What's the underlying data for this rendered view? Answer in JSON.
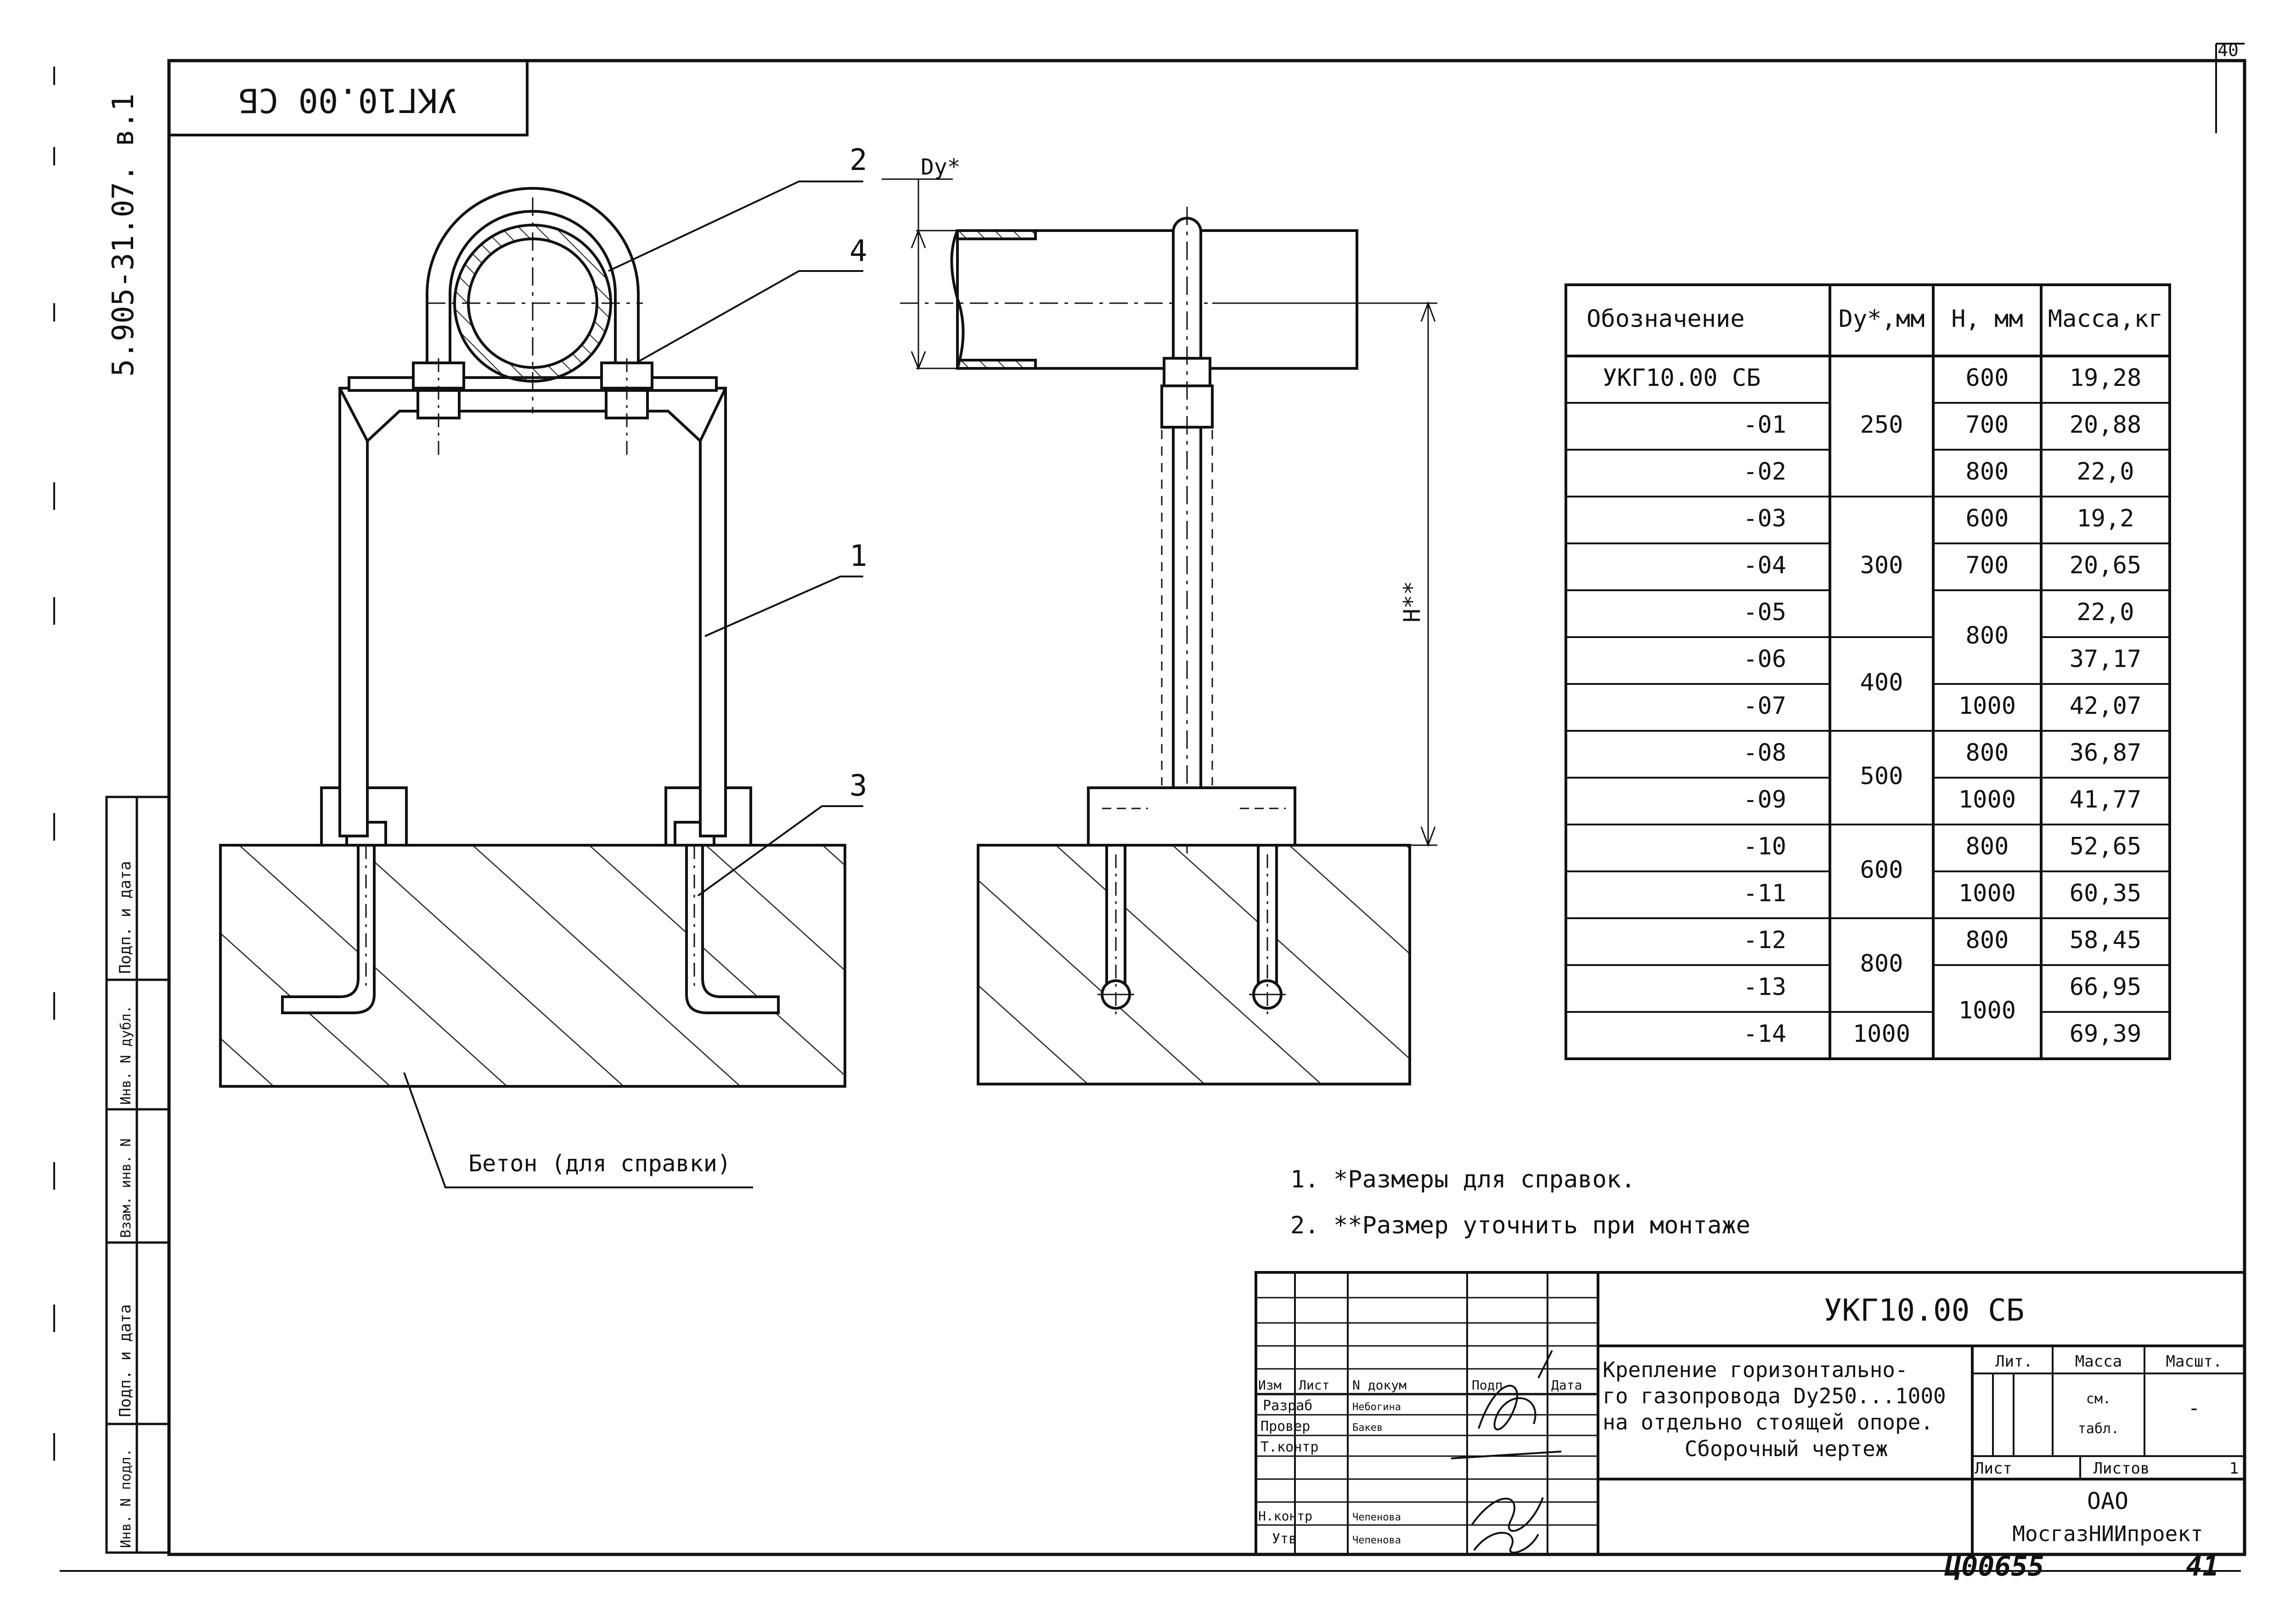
{
  "page_number": "40",
  "series_code": "5.905-31.07. в.1",
  "stamp_code": "УКГ10.00 СБ",
  "callouts": [
    "1",
    "2",
    "3",
    "4"
  ],
  "dimensions": {
    "dy": "Dу*",
    "h": "H**"
  },
  "concrete_label": "Бетон (для справки)",
  "notes": [
    "1. *Размеры для справок.",
    "2. **Размер уточнить при монтаже"
  ],
  "spec_table": {
    "headers": [
      "Обозначение",
      "Dу*,мм",
      "H, мм",
      "Масса,кг"
    ],
    "designations": [
      "УКГ10.00 СБ",
      "-01",
      "-02",
      "-03",
      "-04",
      "-05",
      "-06",
      "-07",
      "-08",
      "-09",
      "-10",
      "-11",
      "-12",
      "-13",
      "-14"
    ],
    "dy_groups": [
      {
        "value": "250",
        "rows": [
          0,
          2
        ]
      },
      {
        "value": "300",
        "rows": [
          3,
          5
        ]
      },
      {
        "value": "400",
        "rows": [
          6,
          7
        ]
      },
      {
        "value": "500",
        "rows": [
          8,
          9
        ]
      },
      {
        "value": "600",
        "rows": [
          10,
          11
        ]
      },
      {
        "value": "800",
        "rows": [
          12,
          13
        ]
      },
      {
        "value": "1000",
        "rows": [
          14,
          14
        ]
      }
    ],
    "h_groups": [
      {
        "value": "600",
        "rows": [
          0,
          0
        ]
      },
      {
        "value": "700",
        "rows": [
          1,
          1
        ]
      },
      {
        "value": "800",
        "rows": [
          2,
          2
        ]
      },
      {
        "value": "600",
        "rows": [
          3,
          3
        ]
      },
      {
        "value": "700",
        "rows": [
          4,
          4
        ]
      },
      {
        "value": "800",
        "rows": [
          5,
          6
        ]
      },
      {
        "value": "1000",
        "rows": [
          7,
          7
        ]
      },
      {
        "value": "800",
        "rows": [
          8,
          8
        ]
      },
      {
        "value": "1000",
        "rows": [
          9,
          9
        ]
      },
      {
        "value": "800",
        "rows": [
          10,
          10
        ]
      },
      {
        "value": "1000",
        "rows": [
          11,
          11
        ]
      },
      {
        "value": "800",
        "rows": [
          12,
          12
        ]
      },
      {
        "value": "1000",
        "rows": [
          13,
          14
        ]
      }
    ],
    "masses": [
      "19,28",
      "20,88",
      "22,0",
      "19,2",
      "20,65",
      "22,0",
      "37,17",
      "42,07",
      "36,87",
      "41,77",
      "52,65",
      "60,35",
      "58,45",
      "66,95",
      "69,39"
    ]
  },
  "left_strip": [
    "Подп. и дата",
    "Инв. N дубл.",
    "Взам. инв. N",
    "Подп. и дата",
    "Инв. N подл."
  ],
  "title_block": {
    "designation": "УКГ10.00 СБ",
    "title_lines": [
      "Крепление горизонтально-",
      "го газопровода Dу250...1000",
      "на отдельно стоящей опоре.",
      "Сборочный чертеж"
    ],
    "col_headers": [
      "Изм",
      "Лист",
      "N докум",
      "Подп",
      "Дата"
    ],
    "roles": [
      {
        "role": "Разраб",
        "name": "Небогина"
      },
      {
        "role": "Провер",
        "name": "Бакев"
      },
      {
        "role": "Т.контр",
        "name": ""
      },
      {
        "role": "Н.контр",
        "name": "Чепенова"
      },
      {
        "role": "Утв",
        "name": "Чепенова"
      }
    ],
    "lit_label": "Лит.",
    "mass_label": "Масса",
    "scale_label": "Масшт.",
    "mass_value": [
      "см.",
      "табл."
    ],
    "scale_value": "-",
    "sheet_label": "Лист",
    "sheets_label": "Листов",
    "sheets_value": "1",
    "org_lines": [
      "ОАО",
      "МосгазНИИпроект"
    ]
  },
  "handwritten_code": "Ц00655",
  "handwritten_page": "41"
}
